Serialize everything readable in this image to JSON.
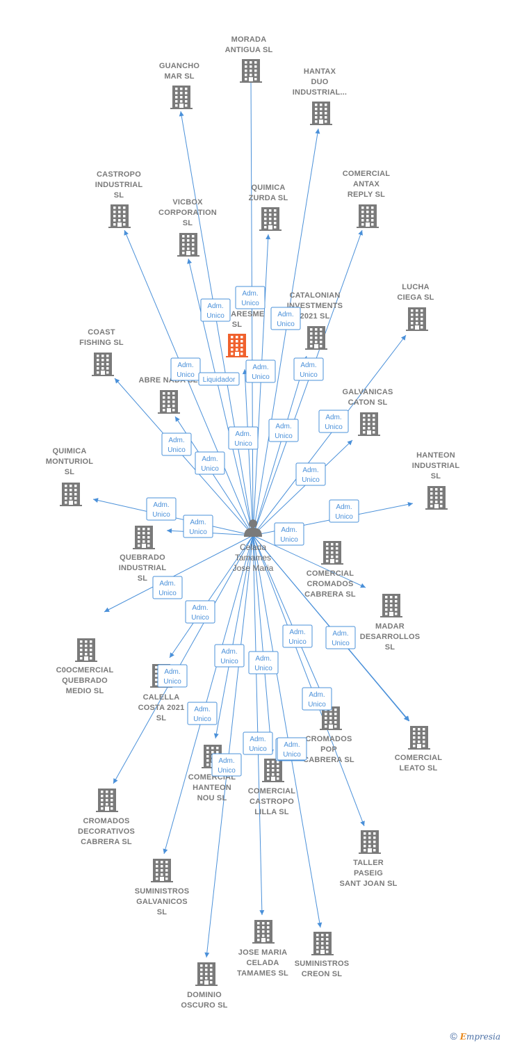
{
  "center": {
    "name_lines": [
      "Celada",
      "Tamames",
      "Jose Maria"
    ],
    "icon": "person-icon"
  },
  "companies": [
    {
      "id": "morada",
      "lines": [
        "MORADA",
        "ANTIGUA  SL"
      ],
      "highlight": false
    },
    {
      "id": "guancho",
      "lines": [
        "GUANCHO",
        "MAR  SL"
      ],
      "highlight": false
    },
    {
      "id": "hantax",
      "lines": [
        "HANTAX",
        "DUO",
        "INDUSTRIAL..."
      ],
      "highlight": false
    },
    {
      "id": "castropo-ind",
      "lines": [
        "CASTROPO",
        "INDUSTRIAL",
        "SL"
      ],
      "highlight": false
    },
    {
      "id": "quimica-zurda",
      "lines": [
        "QUIMICA",
        "ZURDA  SL"
      ],
      "highlight": false
    },
    {
      "id": "comercial-antax",
      "lines": [
        "COMERCIAL",
        "ANTAX",
        "REPLY  SL"
      ],
      "highlight": false
    },
    {
      "id": "vicbox",
      "lines": [
        "VICBOX",
        "CORPORATION",
        "SL"
      ],
      "highlight": false
    },
    {
      "id": "lucha-ciega",
      "lines": [
        "LUCHA",
        "CIEGA  SL"
      ],
      "highlight": false
    },
    {
      "id": "catalonian",
      "lines": [
        "CATALONIAN",
        "INVESTMENTS",
        "2021  SL"
      ],
      "highlight": false
    },
    {
      "id": "maresme",
      "lines": [
        "D... MARESME",
        "SL"
      ],
      "highlight": true
    },
    {
      "id": "coast-fishing",
      "lines": [
        "COAST",
        "FISHING  SL"
      ],
      "highlight": false
    },
    {
      "id": "abre-nada",
      "lines": [
        "ABRE NADA  SL"
      ],
      "highlight": false
    },
    {
      "id": "galvanicas-caton",
      "lines": [
        "GALVANICAS",
        "CATON  SL"
      ],
      "highlight": false
    },
    {
      "id": "quimica-monturiol",
      "lines": [
        "QUIMICA",
        "MONTURIOL",
        "SL"
      ],
      "highlight": false
    },
    {
      "id": "hanteon-ind",
      "lines": [
        "HANTEON",
        "INDUSTRIAL",
        "SL"
      ],
      "highlight": false
    },
    {
      "id": "quebrado-ind",
      "lines": [
        "QUEBRADO",
        "INDUSTRIAL",
        "SL"
      ],
      "highlight": false
    },
    {
      "id": "comercial-cromados",
      "lines": [
        "COMERCIAL",
        "CROMADOS",
        "CABRERA  SL"
      ],
      "highlight": false
    },
    {
      "id": "madar",
      "lines": [
        "MADAR",
        "DESARROLLOS",
        "SL"
      ],
      "highlight": false
    },
    {
      "id": "cocomercial-quebrado",
      "lines": [
        "C0OCMERCIAL",
        "QUEBRADO",
        "MEDIO  SL"
      ],
      "highlight": false
    },
    {
      "id": "calella",
      "lines": [
        "CALELLA",
        "COSTA 2021",
        "SL"
      ],
      "highlight": false
    },
    {
      "id": "cromados-pop",
      "lines": [
        "CROMADOS",
        "POP",
        "CABRERA  SL"
      ],
      "highlight": false
    },
    {
      "id": "comercial-leato",
      "lines": [
        "COMERCIAL",
        "LEATO  SL"
      ],
      "highlight": false
    },
    {
      "id": "comercial-hanteon",
      "lines": [
        "COMERCIAL",
        "HANTEON",
        "NOU  SL"
      ],
      "highlight": false
    },
    {
      "id": "comercial-castropo",
      "lines": [
        "COMERCIAL",
        "CASTROPO",
        "LILLA  SL"
      ],
      "highlight": false
    },
    {
      "id": "cromados-decorativos",
      "lines": [
        "CROMADOS",
        "DECORATIVOS",
        "CABRERA  SL"
      ],
      "highlight": false
    },
    {
      "id": "taller-paseig",
      "lines": [
        "TALLER",
        "PASEIG",
        "SANT JOAN  SL"
      ],
      "highlight": false
    },
    {
      "id": "suministros-galv",
      "lines": [
        "SUMINISTROS",
        "GALVANICOS",
        "SL"
      ],
      "highlight": false
    },
    {
      "id": "jose-maria-celada",
      "lines": [
        "JOSE MARIA",
        "CELADA",
        "TAMAMES  SL"
      ],
      "highlight": false
    },
    {
      "id": "suministros-creon",
      "lines": [
        "SUMINISTROS",
        "CREON  SL"
      ],
      "highlight": false
    },
    {
      "id": "dominio-oscuro",
      "lines": [
        "DOMINIO",
        "OSCURO  SL"
      ],
      "highlight": false
    }
  ],
  "relations": [
    {
      "target": "morada",
      "lines": [
        "Adm.",
        "Unico"
      ]
    },
    {
      "target": "guancho",
      "lines": [
        "Adm.",
        "Unico"
      ]
    },
    {
      "target": "hantax",
      "lines": [
        "Adm.",
        "Unico"
      ]
    },
    {
      "target": "castropo-ind",
      "lines": [
        "Adm.",
        "Unico"
      ]
    },
    {
      "target": "quimica-zurda",
      "lines": [
        "Adm.",
        "Unico"
      ]
    },
    {
      "target": "comercial-antax",
      "lines": [
        "Adm.",
        "Unico"
      ]
    },
    {
      "target": "vicbox",
      "lines": [
        "Adm.",
        "Unico"
      ]
    },
    {
      "target": "lucha-ciega",
      "lines": [
        "Adm.",
        "Unico"
      ]
    },
    {
      "target": "catalonian",
      "lines": [
        "Adm.",
        "Unico"
      ]
    },
    {
      "target": "maresme",
      "lines": [
        "Liquidador"
      ]
    },
    {
      "target": "coast-fishing",
      "lines": [
        "Adm.",
        "Unico"
      ]
    },
    {
      "target": "abre-nada",
      "lines": [
        "Adm.",
        "Unico"
      ]
    },
    {
      "target": "galvanicas-caton",
      "lines": [
        "Adm.",
        "Unico"
      ]
    },
    {
      "target": "quimica-monturiol",
      "lines": [
        "Adm.",
        "Unico"
      ]
    },
    {
      "target": "hanteon-ind",
      "lines": [
        "Adm.",
        "Unico"
      ]
    },
    {
      "target": "quebrado-ind",
      "lines": [
        "Adm.",
        "Unico"
      ]
    },
    {
      "target": "comercial-cromados",
      "lines": [
        "Adm.",
        "Unico"
      ]
    },
    {
      "target": "madar",
      "lines": [
        "Adm.",
        "Unico"
      ]
    },
    {
      "target": "cocomercial-quebrado",
      "lines": [
        "Adm.",
        "Unico"
      ]
    },
    {
      "target": "calella",
      "lines": [
        "Adm.",
        "Unico"
      ]
    },
    {
      "target": "cromados-pop",
      "lines": [
        "Adm.",
        "Unico"
      ]
    },
    {
      "target": "comercial-leato",
      "lines": [
        "Adm.",
        "Unico"
      ]
    },
    {
      "target": "comercial-hanteon",
      "lines": [
        "Adm.",
        "Unico"
      ]
    },
    {
      "target": "comercial-castropo",
      "lines": [
        "Adm.",
        "Unico"
      ]
    },
    {
      "target": "cromados-decorativos",
      "lines": [
        "Adm.",
        "Unico"
      ]
    },
    {
      "target": "taller-paseig",
      "lines": [
        "Adm.",
        "Unico"
      ]
    },
    {
      "target": "suministros-galv",
      "lines": [
        "Adm.",
        "Unico"
      ]
    },
    {
      "target": "jose-maria-celada",
      "lines": [
        "Adm.",
        "Unico"
      ]
    },
    {
      "target": "suministros-creon",
      "lines": [
        "Adm.",
        "Unico"
      ]
    },
    {
      "target": "dominio-oscuro",
      "lines": [
        "Adm.",
        "Unico"
      ]
    }
  ],
  "colors": {
    "edge": "#4a90d9",
    "building": "#7a7a7a",
    "highlight_building": "#f0612d",
    "person": "#7a7a7a",
    "label": "#7a7a7a"
  },
  "footer": {
    "copyright_symbol": "©",
    "brand_initial": "E",
    "brand_rest": "mpresia"
  }
}
